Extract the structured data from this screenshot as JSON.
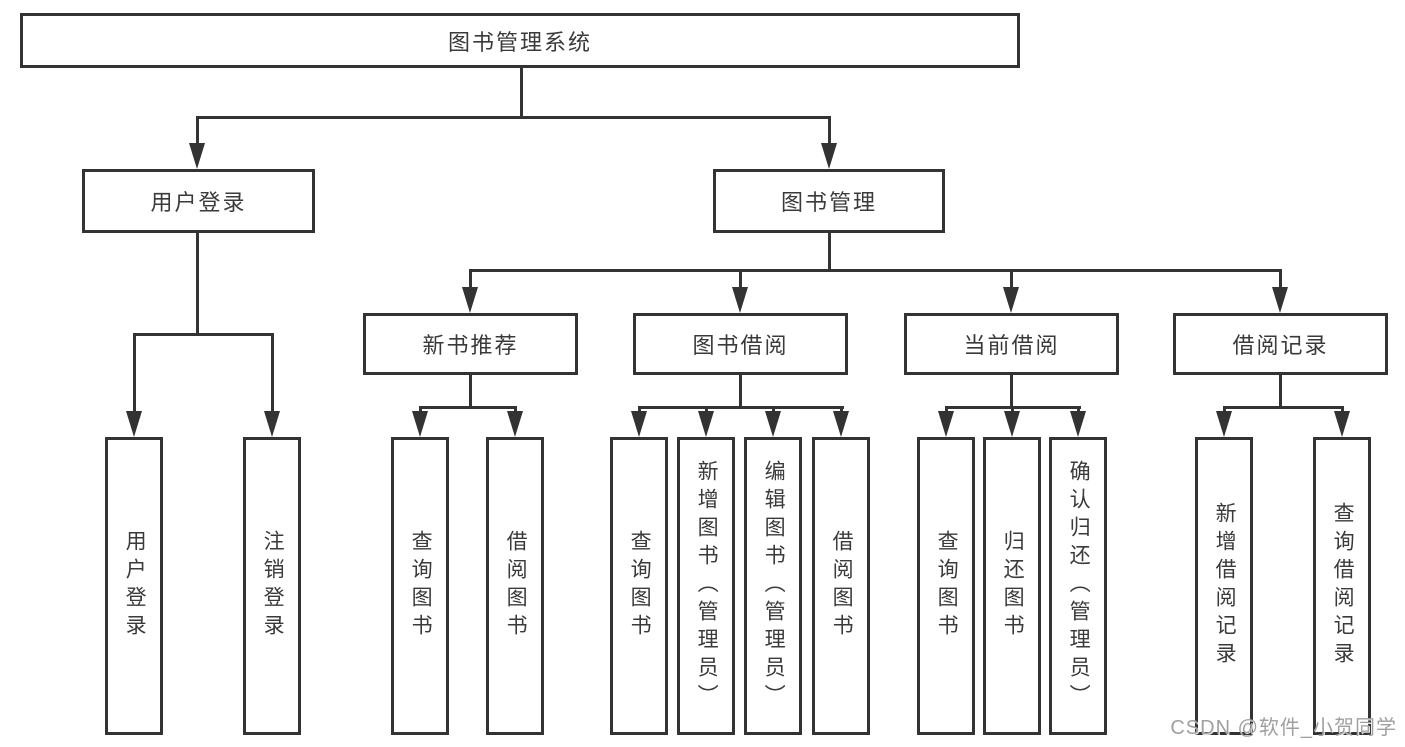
{
  "diagram": {
    "title": "图书管理系统",
    "tree": {
      "label": "图书管理系统",
      "children": [
        {
          "label": "用户登录",
          "children": [
            {
              "label": "用户登录"
            },
            {
              "label": "注销登录"
            }
          ]
        },
        {
          "label": "图书管理",
          "children": [
            {
              "label": "新书推荐",
              "children": [
                {
                  "label": "查询图书"
                },
                {
                  "label": "借阅图书"
                }
              ]
            },
            {
              "label": "图书借阅",
              "children": [
                {
                  "label": "查询图书"
                },
                {
                  "label": "新增图书（管理员）"
                },
                {
                  "label": "编辑图书（管理员）"
                },
                {
                  "label": "借阅图书"
                }
              ]
            },
            {
              "label": "当前借阅",
              "children": [
                {
                  "label": "查询图书"
                },
                {
                  "label": "归还图书"
                },
                {
                  "label": "确认归还（管理员）"
                }
              ]
            },
            {
              "label": "借阅记录",
              "children": [
                {
                  "label": "新增借阅记录"
                },
                {
                  "label": "查询借阅记录"
                }
              ]
            }
          ]
        }
      ]
    }
  },
  "watermark": {
    "text": "CSDN @软件_小贺同学"
  },
  "colors": {
    "line": "#333333",
    "text": "#3a3a3a",
    "background": "#ffffff",
    "watermark": "#a0a0a0"
  }
}
